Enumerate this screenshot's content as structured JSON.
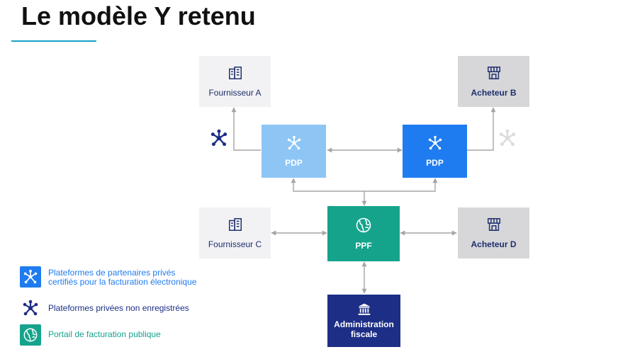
{
  "slide": {
    "title": "Le modèle Y retenu"
  },
  "nodes": {
    "fournisseur_a": {
      "label": "Fournisseur A",
      "icon": "building-icon"
    },
    "acheteur_b": {
      "label": "Acheteur B",
      "icon": "shop-icon"
    },
    "pdp_left": {
      "label": "PDP",
      "icon": "network-icon"
    },
    "pdp_right": {
      "label": "PDP",
      "icon": "network-icon"
    },
    "fournisseur_c": {
      "label": "Fournisseur C",
      "icon": "building-icon"
    },
    "ppf": {
      "label": "PPF",
      "icon": "globe-icon"
    },
    "acheteur_d": {
      "label": "Acheteur D",
      "icon": "shop-icon"
    },
    "administration": {
      "label_line1": "Administration",
      "label_line2": "fiscale",
      "icon": "bank-icon"
    }
  },
  "legend": {
    "pdp": {
      "line1": "Plateformes de partenaires privés",
      "line2": "certifiés pour la facturation électronique",
      "color": "#1f7cf0"
    },
    "unregistered": {
      "text": "Plateformes privées non enregistrées",
      "color": "#1c2e86"
    },
    "ppf": {
      "text": "Portail de facturation publique",
      "color": "#16a38c"
    }
  },
  "colors": {
    "title_rule": "#1aa0c8",
    "pdp_light": "#8dc6f5",
    "pdp_blue": "#1f7cf0",
    "ppf_green": "#16a38c",
    "admin_navy": "#1c2e86",
    "entity_light": "#f2f2f4",
    "entity_grey": "#d7d7da",
    "arrow": "#a6a6a6"
  }
}
